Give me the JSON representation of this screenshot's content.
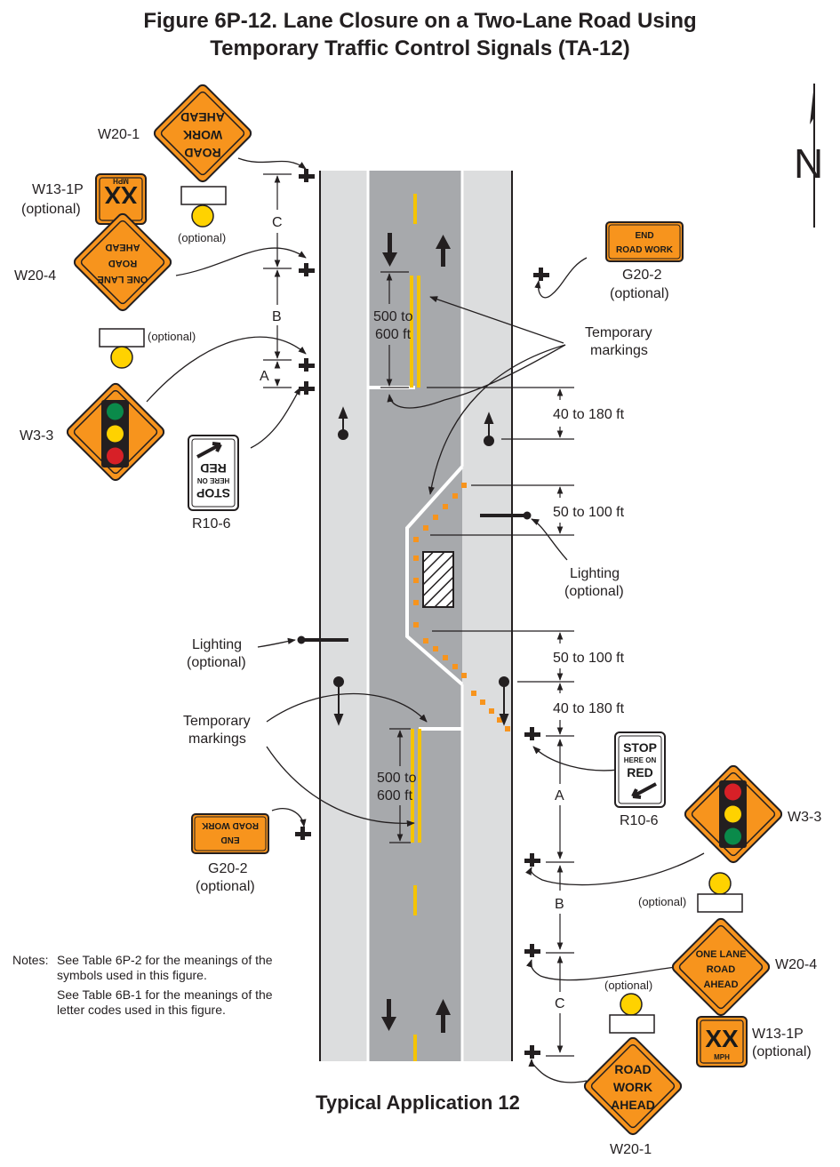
{
  "figure": {
    "title_line1": "Figure 6P-12.  Lane Closure on a Two-Lane Road Using",
    "title_line2": "Temporary Traffic Control Signals (TA-12)",
    "typical_application": "Typical Application 12"
  },
  "north": {
    "letter": "N"
  },
  "signs": {
    "w20_1": {
      "code": "W20-1",
      "lines": [
        "ROAD",
        "WORK",
        "AHEAD"
      ]
    },
    "w13_1p": {
      "code": "W13-1P",
      "optional": "(optional)",
      "value": "XX",
      "unit": "MPH"
    },
    "w20_4": {
      "code": "W20-4",
      "lines": [
        "ONE LANE",
        "ROAD",
        "AHEAD"
      ]
    },
    "w3_3": {
      "code": "W3-3"
    },
    "r10_6": {
      "code": "R10-6",
      "lines": [
        "STOP",
        "HERE ON",
        "RED"
      ]
    },
    "g20_2": {
      "code": "G20-2",
      "optional": "(optional)",
      "lines": [
        "END",
        "ROAD WORK"
      ]
    },
    "flasher_optional": "(optional)"
  },
  "dimensions": {
    "a": "A",
    "b": "B",
    "c": "C",
    "taper_500_a": "500 to",
    "taper_500_b": "600 ft",
    "buffer_40_180": "40 to 180 ft",
    "buffer_50_100": "50 to 100 ft"
  },
  "callouts": {
    "temporary_markings_1": "Temporary",
    "temporary_markings_2": "markings",
    "lighting_1": "Lighting",
    "lighting_2": "(optional)"
  },
  "notes": {
    "label": "Notes:",
    "note1": "See Table 6P-2 for the meanings of the symbols used in this figure.",
    "note2": "See Table 6B-1 for the meanings of the letter codes used in this figure."
  },
  "colors": {
    "sign_orange": "#f7941d",
    "centerline_yellow": "#f5c400",
    "pavement": "#a7a9ac",
    "shoulder": "#dcddde",
    "channelizer": "#f7941d"
  }
}
